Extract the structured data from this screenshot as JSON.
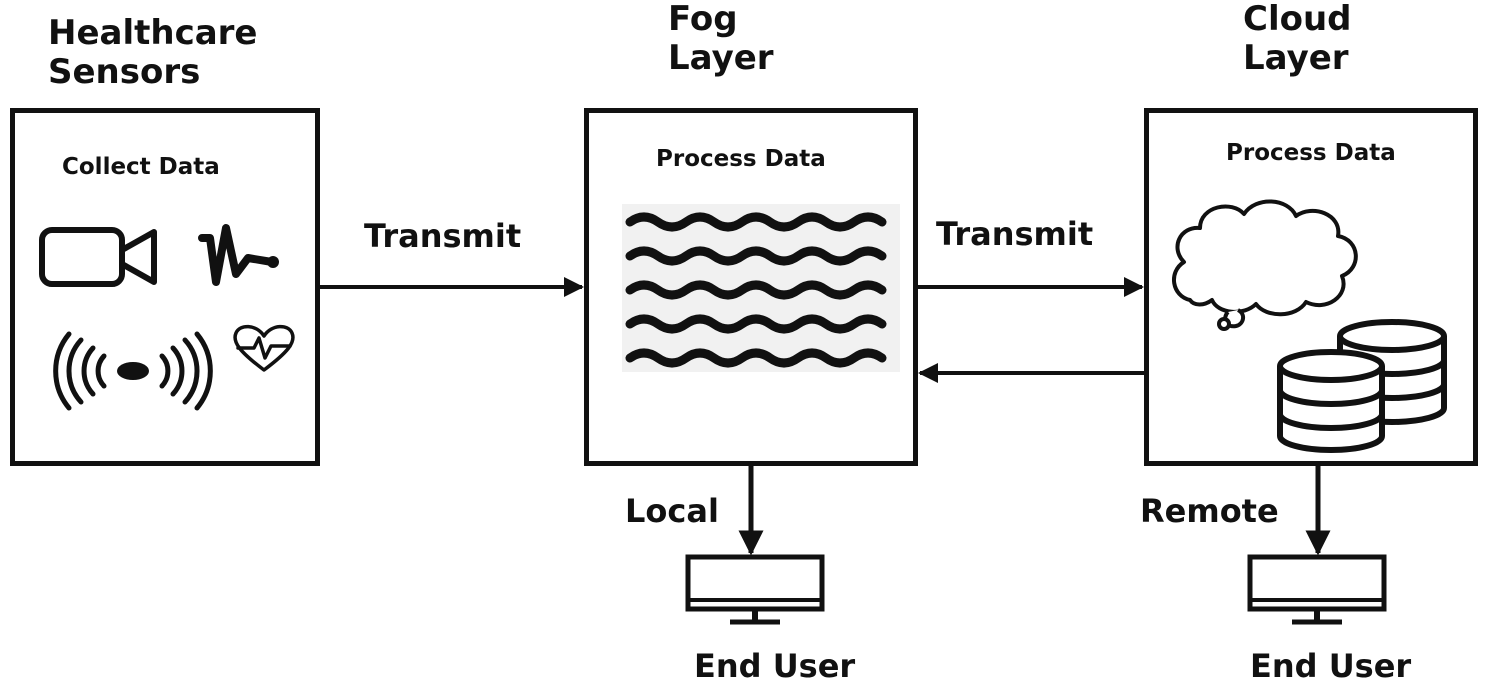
{
  "nodes": {
    "sensors": {
      "title_line1": "Healthcare",
      "title_line2": "Sensors",
      "inner_label": "Collect Data",
      "icons": [
        "video-camera-icon",
        "ecg-wave-icon",
        "wireless-signal-icon",
        "heart-monitor-icon"
      ]
    },
    "fog": {
      "title_line1": "Fog",
      "title_line2": "Layer",
      "inner_label": "Process Data",
      "icons": [
        "wavy-lines-icon"
      ]
    },
    "cloud": {
      "title_line1": "Cloud",
      "title_line2": "Layer",
      "inner_label": "Process Data",
      "icons": [
        "cloud-icon",
        "database-icon"
      ]
    }
  },
  "edges": {
    "sensors_to_fog": "Transmit",
    "fog_to_cloud": "Transmit",
    "fog_to_user": "Local",
    "cloud_to_user": "Remote"
  },
  "end_users": {
    "local": {
      "label": "End User",
      "icon": "monitor-icon"
    },
    "remote": {
      "label": "End User",
      "icon": "monitor-icon"
    }
  }
}
